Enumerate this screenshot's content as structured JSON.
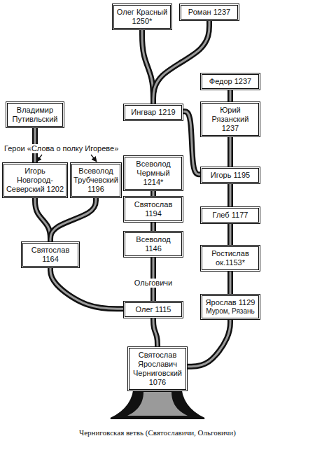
{
  "diagram": {
    "caption": "Черниговская ветвь (Святославичи, Ольговичи)",
    "nodes": [
      {
        "text": [
          "Олег Красный 1250*"
        ]
      },
      {
        "text": [
          "Роман 1237"
        ]
      },
      {
        "text": [
          "Федор 1237"
        ]
      },
      {
        "text": [
          "Владимир Путивльский"
        ]
      },
      {
        "text": [
          "Ингвар 1219"
        ]
      },
      {
        "text": [
          "Юрий Рязанский 1237"
        ]
      },
      {
        "text": [
          "Игорь Новгород-Северский 1202"
        ]
      },
      {
        "text": [
          "Всеволод Трубчевский 1196"
        ]
      },
      {
        "text": [
          "Всеволод Чермный 1214*"
        ]
      },
      {
        "text": [
          "Игорь 1195"
        ]
      },
      {
        "text": [
          "Святослав 1194"
        ]
      },
      {
        "text": [
          "Глеб 1177"
        ]
      },
      {
        "text": [
          "Святослав 1164"
        ]
      },
      {
        "text": [
          "Всеволод 1146"
        ]
      },
      {
        "text": [
          "Ростислав ок.1153*"
        ]
      },
      {
        "text": [
          "Олег 1115"
        ]
      },
      {
        "text": [
          "Ярослав 1129",
          "Муром, Рязань"
        ]
      },
      {
        "text": [
          "Святослав Ярославич Черниговский 1076"
        ]
      }
    ],
    "edges": [
      {
        "from": 17,
        "to": 15,
        "arrow": "none"
      },
      {
        "from": 17,
        "to": 16,
        "arrow": "none"
      },
      {
        "from": 15,
        "to": 13,
        "arrow": "none"
      },
      {
        "from": 15,
        "to": 12,
        "arrow": "none"
      },
      {
        "from": 13,
        "to": 10,
        "arrow": "none"
      },
      {
        "from": 10,
        "to": 8,
        "arrow": "none"
      },
      {
        "from": 12,
        "to": 6,
        "arrow": "none"
      },
      {
        "from": 12,
        "to": 7,
        "arrow": "none"
      },
      {
        "from": 6,
        "to": 3,
        "arrow": "none"
      },
      {
        "from": 16,
        "to": 14,
        "arrow": "none"
      },
      {
        "from": 14,
        "to": 11,
        "arrow": "none"
      },
      {
        "from": 11,
        "to": 9,
        "arrow": "none"
      },
      {
        "from": 9,
        "to": 5,
        "arrow": "none"
      },
      {
        "from": 9,
        "to": 4,
        "arrow": "none"
      },
      {
        "from": 5,
        "to": 2,
        "arrow": "none"
      },
      {
        "from": 4,
        "to": 0,
        "arrow": "none"
      },
      {
        "from": 4,
        "to": 1,
        "arrow": "none"
      }
    ],
    "labels": [
      "Герои «Слова о полку Игореве»",
      "Ольговичи"
    ]
  }
}
